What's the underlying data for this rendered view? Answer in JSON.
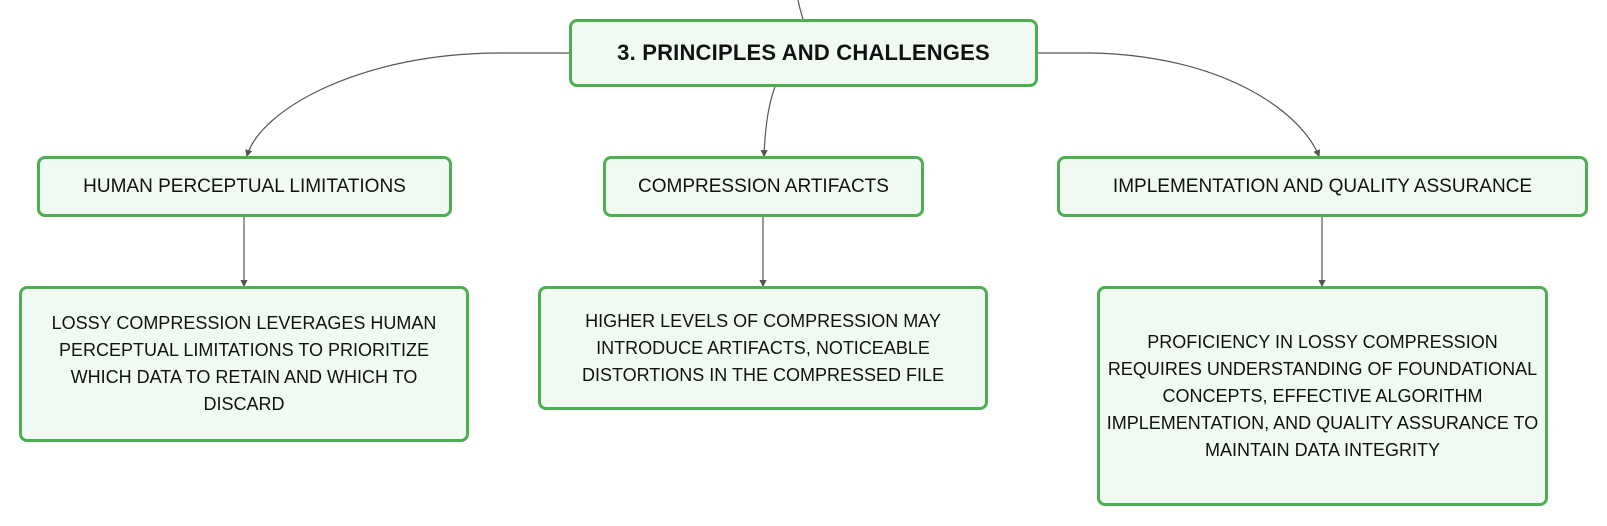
{
  "colors": {
    "node_border": "#4caf50",
    "node_fill": "#f1faf2",
    "connector": "#555555",
    "text": "#111111"
  },
  "root": {
    "label": "3. PRINCIPLES AND CHALLENGES"
  },
  "branches": [
    {
      "label": "HUMAN PERCEPTUAL LIMITATIONS",
      "detail": "LOSSY COMPRESSION LEVERAGES HUMAN PERCEPTUAL LIMITATIONS TO PRIORITIZE WHICH DATA TO RETAIN AND WHICH TO DISCARD"
    },
    {
      "label": "COMPRESSION ARTIFACTS",
      "detail": "HIGHER LEVELS OF COMPRESSION MAY INTRODUCE ARTIFACTS, NOTICEABLE DISTORTIONS IN THE COMPRESSED FILE"
    },
    {
      "label": "IMPLEMENTATION AND QUALITY ASSURANCE",
      "detail": "PROFICIENCY IN LOSSY COMPRESSION REQUIRES UNDERSTANDING OF FOUNDATIONAL CONCEPTS, EFFECTIVE ALGORITHM IMPLEMENTATION, AND QUALITY ASSURANCE TO MAINTAIN DATA INTEGRITY"
    }
  ]
}
